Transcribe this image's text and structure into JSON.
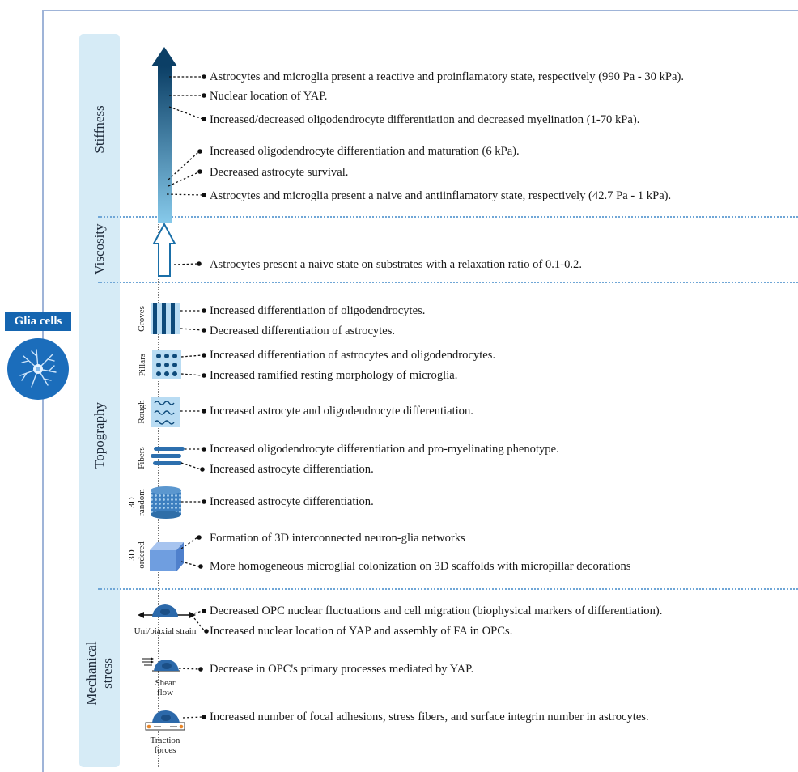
{
  "left_badge": {
    "title": "Glia cells",
    "icon": "glia-cell-icon"
  },
  "sections": {
    "stiffness": "Stiffness",
    "viscosity": "Viscosity",
    "topography": "Topography",
    "mechanical_stress": "Mechanical stress"
  },
  "topography_labels": {
    "groves": "Groves",
    "pillars": "Pillars",
    "rough": "Rough",
    "fibers": "Fibers",
    "random_3d": "3D random",
    "ordered_3d": "3D ordered"
  },
  "stress_labels": {
    "strain": "Uni/biaxial strain",
    "shear": "Shear flow",
    "traction": "Traction forces"
  },
  "statements": {
    "s1": "Astrocytes and microglia present a reactive and proinflamatory state, respectively (990 Pa - 30 kPa).",
    "s2": "Nuclear location of YAP.",
    "s3": "Increased/decreased oligodendrocyte differentiation and decreased myelination (1-70 kPa).",
    "s4": "Increased oligodendrocyte differentiation and maturation (6 kPa).",
    "s5": "Decreased astrocyte survival.",
    "s6": "Astrocytes and microglia present a naive  and antiinflamatory  state, respectively (42.7 Pa - 1 kPa).",
    "v1": "Astrocytes present a naive state on substrates with a relaxation ratio of 0.1-0.2.",
    "t1": "Increased differentiation of oligodendrocytes.",
    "t2": "Decreased differentiation of astrocytes.",
    "t3": "Increased differentiation of astrocytes and oligodendrocytes.",
    "t4": "Increased ramified resting morphology of microglia.",
    "t5": "Increased astrocyte and oligodendrocyte differentiation.",
    "t6": "Increased oligodendrocyte differentiation and pro-myelinating phenotype.",
    "t7": "Increased astrocyte  differentiation.",
    "t8": "Increased astrocyte differentiation.",
    "t9": "Formation of 3D interconnected neuron-glia networks",
    "t10": "More homogeneous microglial colonization on 3D scaffolds with micropillar decorations",
    "m1": "Decreased OPC nuclear fluctuations and cell migration (biophysical markers of differentiation).",
    "m2": "Increased nuclear location of YAP and assembly of FA in OPCs.",
    "m3": "Decrease in OPC's primary processes mediated by YAP.",
    "m4": "Increased number of focal adhesions, stress fibers, and surface integrin number in astrocytes."
  },
  "colors": {
    "band": "#d6ebf6",
    "divider": "#6fa6d6",
    "arrow_dark": "#0b3f66",
    "arrow_light": "#7cc3e8",
    "cell_blue": "#1b6dbb"
  }
}
